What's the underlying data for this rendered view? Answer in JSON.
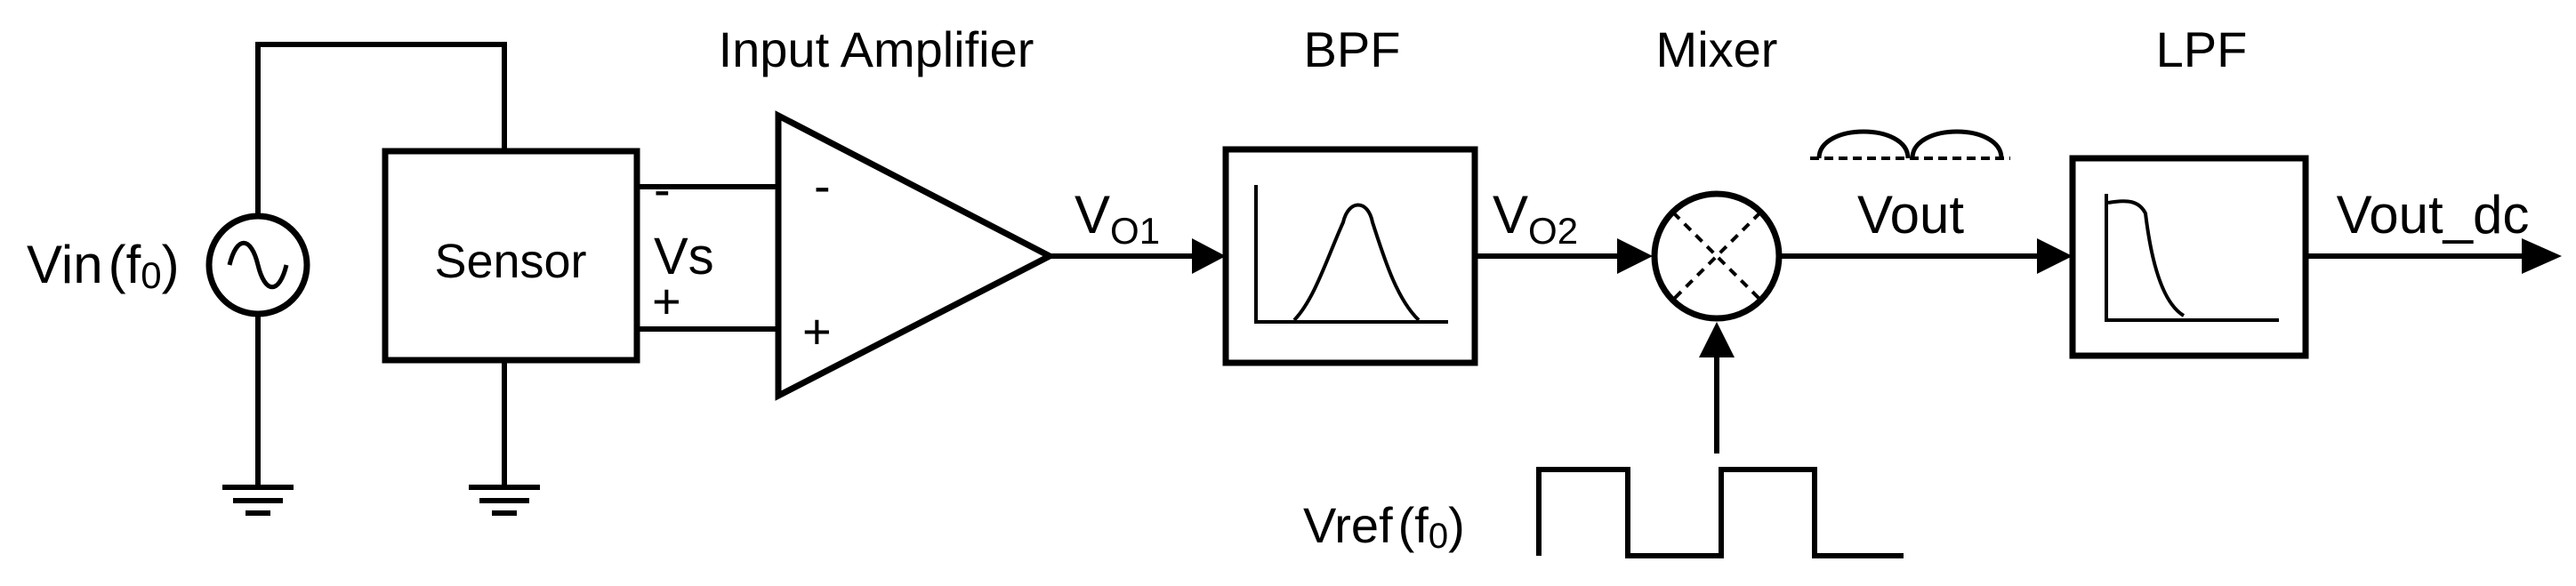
{
  "labels": {
    "vin": "Vin",
    "vin_arg_open": "(",
    "vin_f": "f",
    "vin_sub": "0",
    "vin_arg_close": ")",
    "sensor": "Sensor",
    "vs": "Vs",
    "vs_minus": "-",
    "vs_plus": "+",
    "input_amplifier": "Input Amplifier",
    "amp_minus": "-",
    "amp_plus": "+",
    "vo1_main": "V",
    "vo1_sub": "O1",
    "bpf": "BPF",
    "vo2_main": "V",
    "vo2_sub": "O2",
    "mixer": "Mixer",
    "vout": "Vout",
    "lpf": "LPF",
    "vout_dc": "Vout_dc",
    "vref": "Vref",
    "vref_arg_open": "(",
    "vref_f": "f",
    "vref_sub": "0",
    "vref_arg_close": ")"
  }
}
